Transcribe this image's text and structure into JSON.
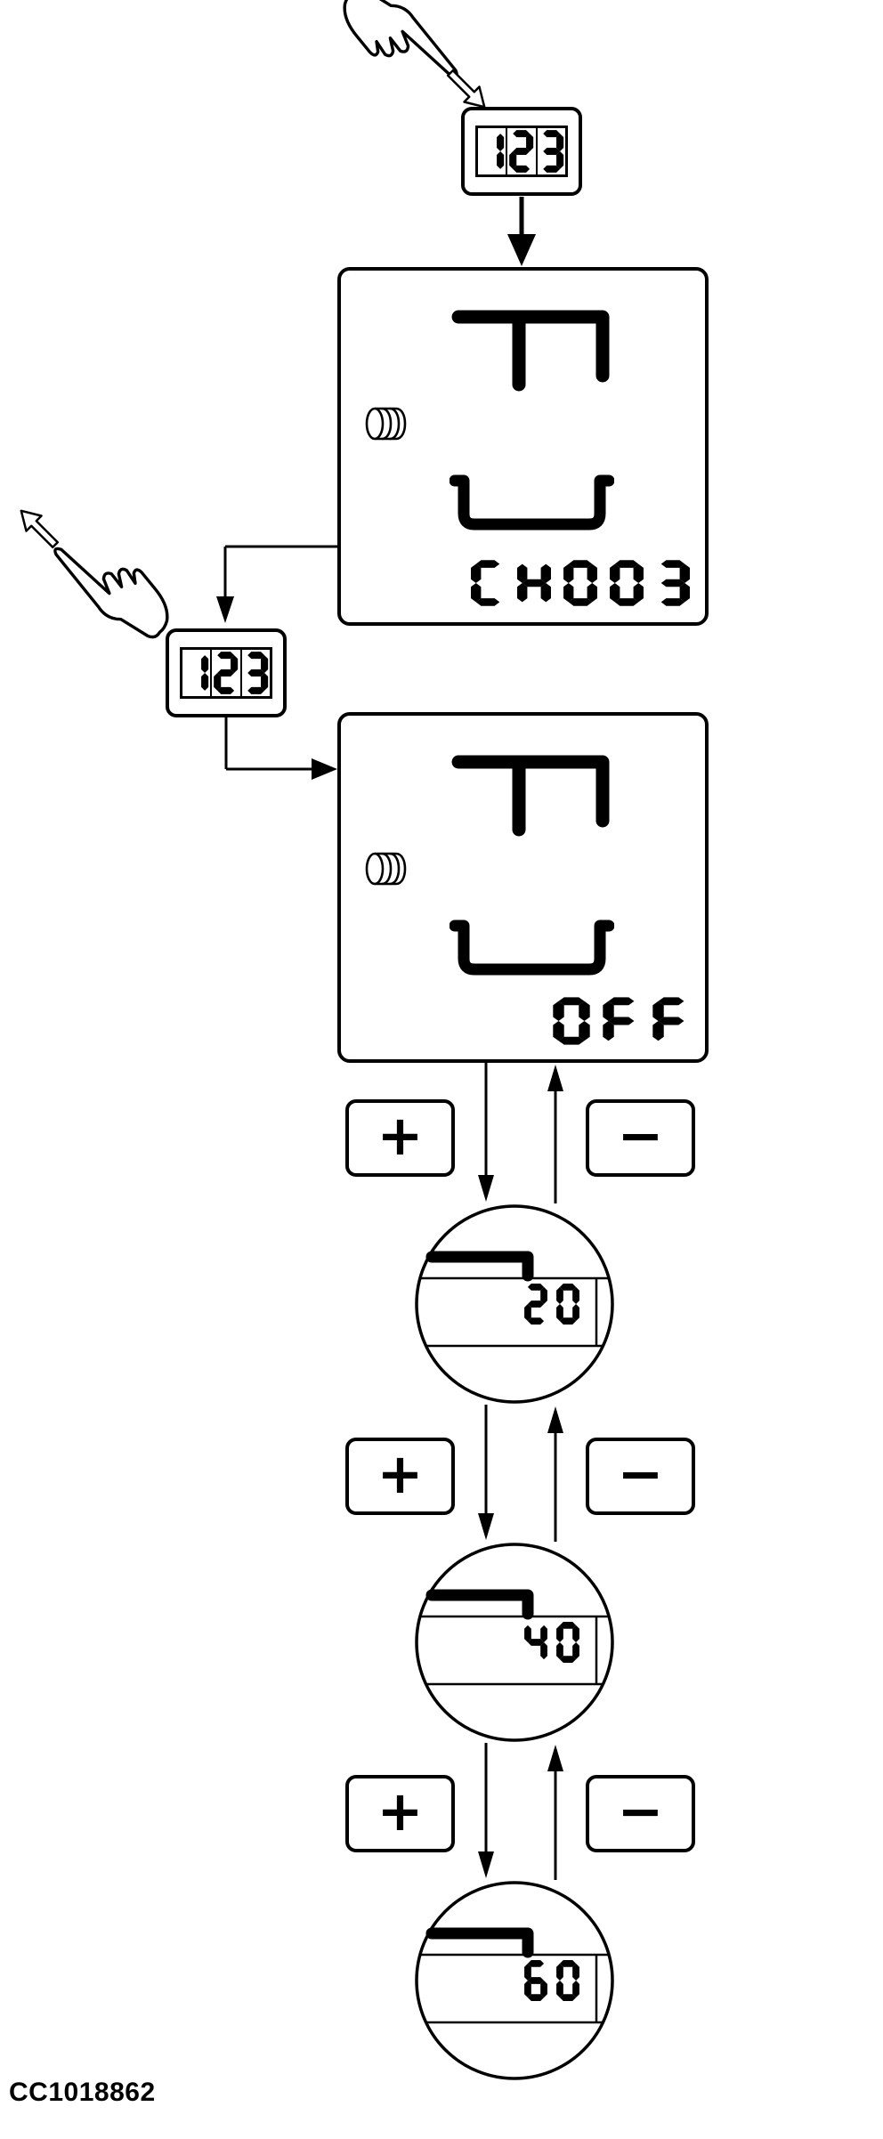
{
  "figure_code": "CC1018862",
  "colors": {
    "ink": "#000000",
    "paper": "#ffffff"
  },
  "keypad_button": {
    "display_digits": "123"
  },
  "channel_screen": {
    "reading": "CH003"
  },
  "value_screen": {
    "reading": "OFF"
  },
  "adjust": {
    "plus_label": "+",
    "minus_label": "−",
    "steps": [
      {
        "value": "20"
      },
      {
        "value": "40"
      },
      {
        "value": "60"
      }
    ]
  },
  "icons": {
    "hand": "pointing-hand-icon",
    "press_arrow": "press-direction-arrow-icon",
    "scroll": "scroll-icon"
  }
}
